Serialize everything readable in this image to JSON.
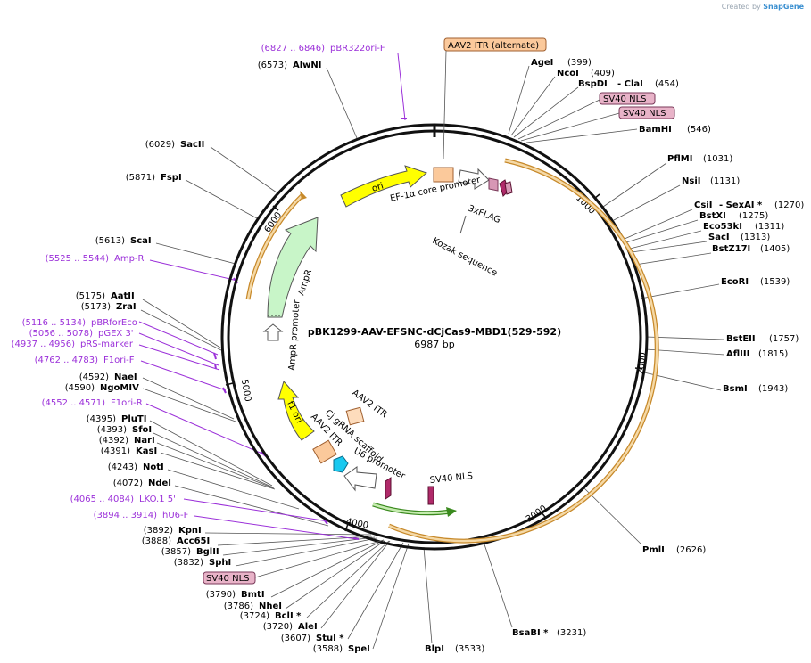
{
  "credit": {
    "prefix": "Created by",
    "brand": "SnapGene"
  },
  "plasmid": {
    "name": "pBK1299-AAV-EFSNC-dCjCas9-MBD1(529-592)",
    "size": "6987 bp"
  },
  "ticks": [
    "1000",
    "2000",
    "3000",
    "4000",
    "5000",
    "6000"
  ],
  "features": {
    "ori": "ori",
    "ef1a": "EF-1α core promoter",
    "flag": "3xFLAG",
    "kozak": "Kozak sequence",
    "ampr": "AmpR",
    "ampr_promoter": "AmpR promoter",
    "f1ori": "f1 ori",
    "aav2_itr_inner": "AAV2 ITR",
    "aav2_itr_inner2": "AAV2 ITR",
    "cj_grna": "Cj gRNA scaffold",
    "u6": "U6 promoter",
    "sv40_nls_inner": "SV40 NLS"
  },
  "boxes": {
    "aav2_alt": "AAV2 ITR (alternate)",
    "sv40_a": "SV40 NLS",
    "sv40_b": "SV40 NLS",
    "sv40_c": "SV40 NLS"
  },
  "right_sites": [
    {
      "name": "AgeI",
      "pos": "(399)"
    },
    {
      "name": "NcoI",
      "pos": "(409)"
    },
    {
      "name": "BspDI",
      "extra": "- ClaI",
      "pos": "(454)"
    },
    {
      "name": "BamHI",
      "pos": "(546)"
    },
    {
      "name": "PflMI",
      "pos": "(1031)"
    },
    {
      "name": "NsiI",
      "pos": "(1131)"
    },
    {
      "name": "CsiI",
      "extra": "- SexAI *",
      "pos": "(1270)"
    },
    {
      "name": "BstXI",
      "pos": "(1275)"
    },
    {
      "name": "Eco53kI",
      "pos": "(1311)"
    },
    {
      "name": "SacI",
      "pos": "(1313)"
    },
    {
      "name": "BstZ17I",
      "pos": "(1405)"
    },
    {
      "name": "EcoRI",
      "pos": "(1539)"
    },
    {
      "name": "BstEII",
      "pos": "(1757)"
    },
    {
      "name": "AflIII",
      "pos": "(1815)"
    },
    {
      "name": "BsmI",
      "pos": "(1943)"
    },
    {
      "name": "PmlI",
      "pos": "(2626)"
    },
    {
      "name": "BsaBI *",
      "pos": "(3231)"
    },
    {
      "name": "BlpI",
      "pos": "(3533)"
    }
  ],
  "left_sites": [
    {
      "pos": "(6827 .. 6846)",
      "name": "pBR322ori-F",
      "feature": true
    },
    {
      "pos": "(6573)",
      "name": "AlwNI"
    },
    {
      "pos": "(6029)",
      "name": "SacII"
    },
    {
      "pos": "(5871)",
      "name": "FspI"
    },
    {
      "pos": "(5613)",
      "name": "ScaI"
    },
    {
      "pos": "(5525 .. 5544)",
      "name": "Amp-R",
      "feature": true
    },
    {
      "pos": "(5175)",
      "name": "AatII"
    },
    {
      "pos": "(5173)",
      "name": "ZraI"
    },
    {
      "pos": "(5116 .. 5134)",
      "name": "pBRforEco",
      "feature": true
    },
    {
      "pos": "(5056 .. 5078)",
      "name": "pGEX 3'",
      "feature": true
    },
    {
      "pos": "(4937 .. 4956)",
      "name": "pRS-marker",
      "feature": true
    },
    {
      "pos": "(4762 .. 4783)",
      "name": "F1ori-F",
      "feature": true
    },
    {
      "pos": "(4592)",
      "name": "NaeI"
    },
    {
      "pos": "(4590)",
      "name": "NgoMIV"
    },
    {
      "pos": "(4552 .. 4571)",
      "name": "F1ori-R",
      "feature": true
    },
    {
      "pos": "(4395)",
      "name": "PluTI"
    },
    {
      "pos": "(4393)",
      "name": "SfoI"
    },
    {
      "pos": "(4392)",
      "name": "NarI"
    },
    {
      "pos": "(4391)",
      "name": "KasI"
    },
    {
      "pos": "(4243)",
      "name": "NotI"
    },
    {
      "pos": "(4072)",
      "name": "NdeI"
    },
    {
      "pos": "(4065 .. 4084)",
      "name": "LKO.1 5'",
      "feature": true
    },
    {
      "pos": "(3894 .. 3914)",
      "name": "hU6-F",
      "feature": true
    },
    {
      "pos": "(3892)",
      "name": "KpnI"
    },
    {
      "pos": "(3888)",
      "name": "Acc65I"
    },
    {
      "pos": "(3857)",
      "name": "BglII"
    },
    {
      "pos": "(3832)",
      "name": "SphI"
    },
    {
      "pos": "(3790)",
      "name": "BmtI"
    },
    {
      "pos": "(3786)",
      "name": "NheI"
    },
    {
      "pos": "(3724)",
      "name": "BclI *"
    },
    {
      "pos": "(3720)",
      "name": "AleI"
    },
    {
      "pos": "(3607)",
      "name": "StuI *"
    },
    {
      "pos": "(3588)",
      "name": "SpeI"
    }
  ]
}
